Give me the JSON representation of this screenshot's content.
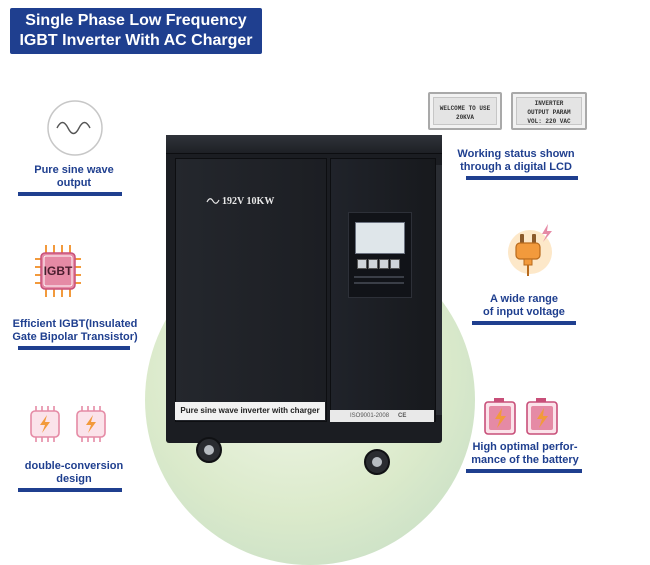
{
  "title": {
    "line1": "Single Phase Low Frequency",
    "line2": "IGBT Inverter With AC Charger"
  },
  "product": {
    "model_label": "192V  10KW",
    "front_label": "Pure sine wave inverter with charger",
    "iso_label": "ISO9001-2008",
    "ce_label": "CE"
  },
  "lcd_left": {
    "line1": "WELCOME TO USE",
    "line2": "20KVA"
  },
  "lcd_right": {
    "line1": "INVERTER",
    "line2": "OUTPUT PARAM",
    "line3": "VOL:  220 VAC"
  },
  "features": {
    "sine": {
      "line1": "Pure sine wave",
      "line2": "output",
      "icon": "sine-wave-icon"
    },
    "igbt": {
      "line1": "Efficient IGBT(Insulated",
      "line2": "Gate Bipolar Transistor)",
      "chip_text": "IGBT",
      "icon": "igbt-chip-icon"
    },
    "conversion": {
      "line1": "double-conversion",
      "line2": "design",
      "icon": "lightning-chip-icon"
    },
    "lcd": {
      "line1": "Working status shown",
      "line2": "through a digital LCD"
    },
    "voltage": {
      "line1": "A wide range",
      "line2": "of input voltage",
      "icon": "plug-icon"
    },
    "battery": {
      "line1": "High optimal perfor-",
      "line2": "mance of the battery",
      "icon": "battery-icon"
    }
  },
  "colors": {
    "brand_blue": "#1f3f8f",
    "accent_orange": "#f29a3c",
    "accent_pink": "#e58aa5",
    "cabinet": "#1b1d22"
  }
}
